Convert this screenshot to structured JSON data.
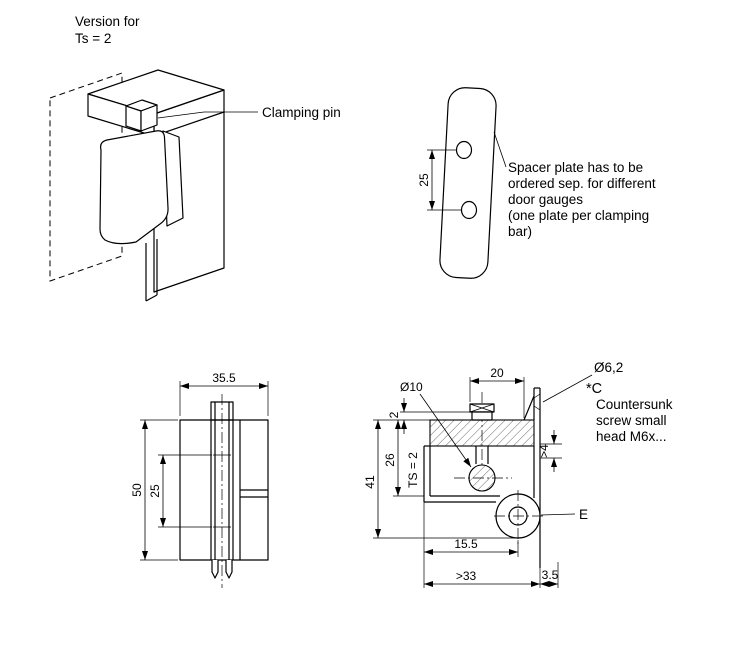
{
  "iso_view": {
    "title_line1": "Version for",
    "title_line2": "Ts = 2",
    "clamping_pin_label": "Clamping pin"
  },
  "spacer_plate": {
    "hole_spacing_dim": "25",
    "note_line1": "Spacer plate has to be",
    "note_line2": "ordered sep. for different",
    "note_line3": "door gauges",
    "note_line4": "(one plate per clamping",
    "note_line5": "bar)"
  },
  "front_view": {
    "width_dim": "35.5",
    "height_dim": "50",
    "hole_spacing_dim": "25"
  },
  "side_view": {
    "pin_dia_dim": "Ø10",
    "top_width_dim": "20",
    "step_dim": "2",
    "channel_depth_dim": "26",
    "door_thickness_dim": "TS = 2",
    "total_height_dim": "41",
    "min_gap_dim": ">4",
    "pivot_offset_dim": "15.5",
    "min_depth_dim": ">33",
    "protrusion_dim": "3.5",
    "screw_hole_dia": "Ø6,2",
    "screw_note_mark": "*C",
    "screw_note_line1": "Countersunk",
    "screw_note_line2": "screw small",
    "screw_note_line3": "head M6x...",
    "section_label": "E"
  }
}
